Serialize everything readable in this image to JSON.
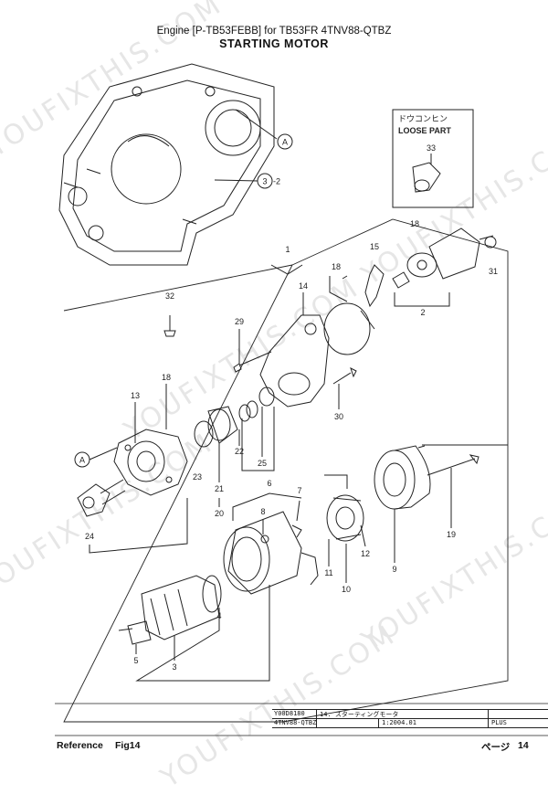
{
  "header": {
    "title": "Engine [P-TB53FEBB] for TB53FR  4TNV88-QTBZ",
    "subtitle": "STARTING MOTOR"
  },
  "loose_part": {
    "title_jp": "ドウコンヒン",
    "title_en": "LOOSE PART",
    "part_no": "33"
  },
  "callouts": {
    "c1": "1",
    "c2": "2",
    "c3": "3",
    "c4": "4",
    "c5": "5",
    "c6": "6",
    "c7": "7",
    "c8": "8",
    "c9": "9",
    "c10": "10",
    "c11": "11",
    "c12": "12",
    "c13": "13",
    "c14": "14",
    "c15": "15",
    "c18a": "18",
    "c18b": "18",
    "c18c": "18",
    "c19": "19",
    "c20": "20",
    "c21": "21",
    "c22": "22",
    "c23": "23",
    "c24": "24",
    "c25": "25",
    "c29": "29",
    "c30": "30",
    "c31": "31",
    "c32": "32",
    "ref_a_top": "A",
    "ref_a_left": "A",
    "ref_3": "3",
    "ref_3_suffix": "-2"
  },
  "watermark": "YOUFIXTHIS.COM",
  "title_block": {
    "code": "Y00D8180",
    "section": "14. スターティングモータ",
    "model": "4TNV88-QTBZ",
    "date": "1:2004.01",
    "plus": "PLUS"
  },
  "footer": {
    "reference_label": "Reference",
    "fig_label": "Fig14",
    "page_label": "ページ",
    "page_number": "14"
  }
}
